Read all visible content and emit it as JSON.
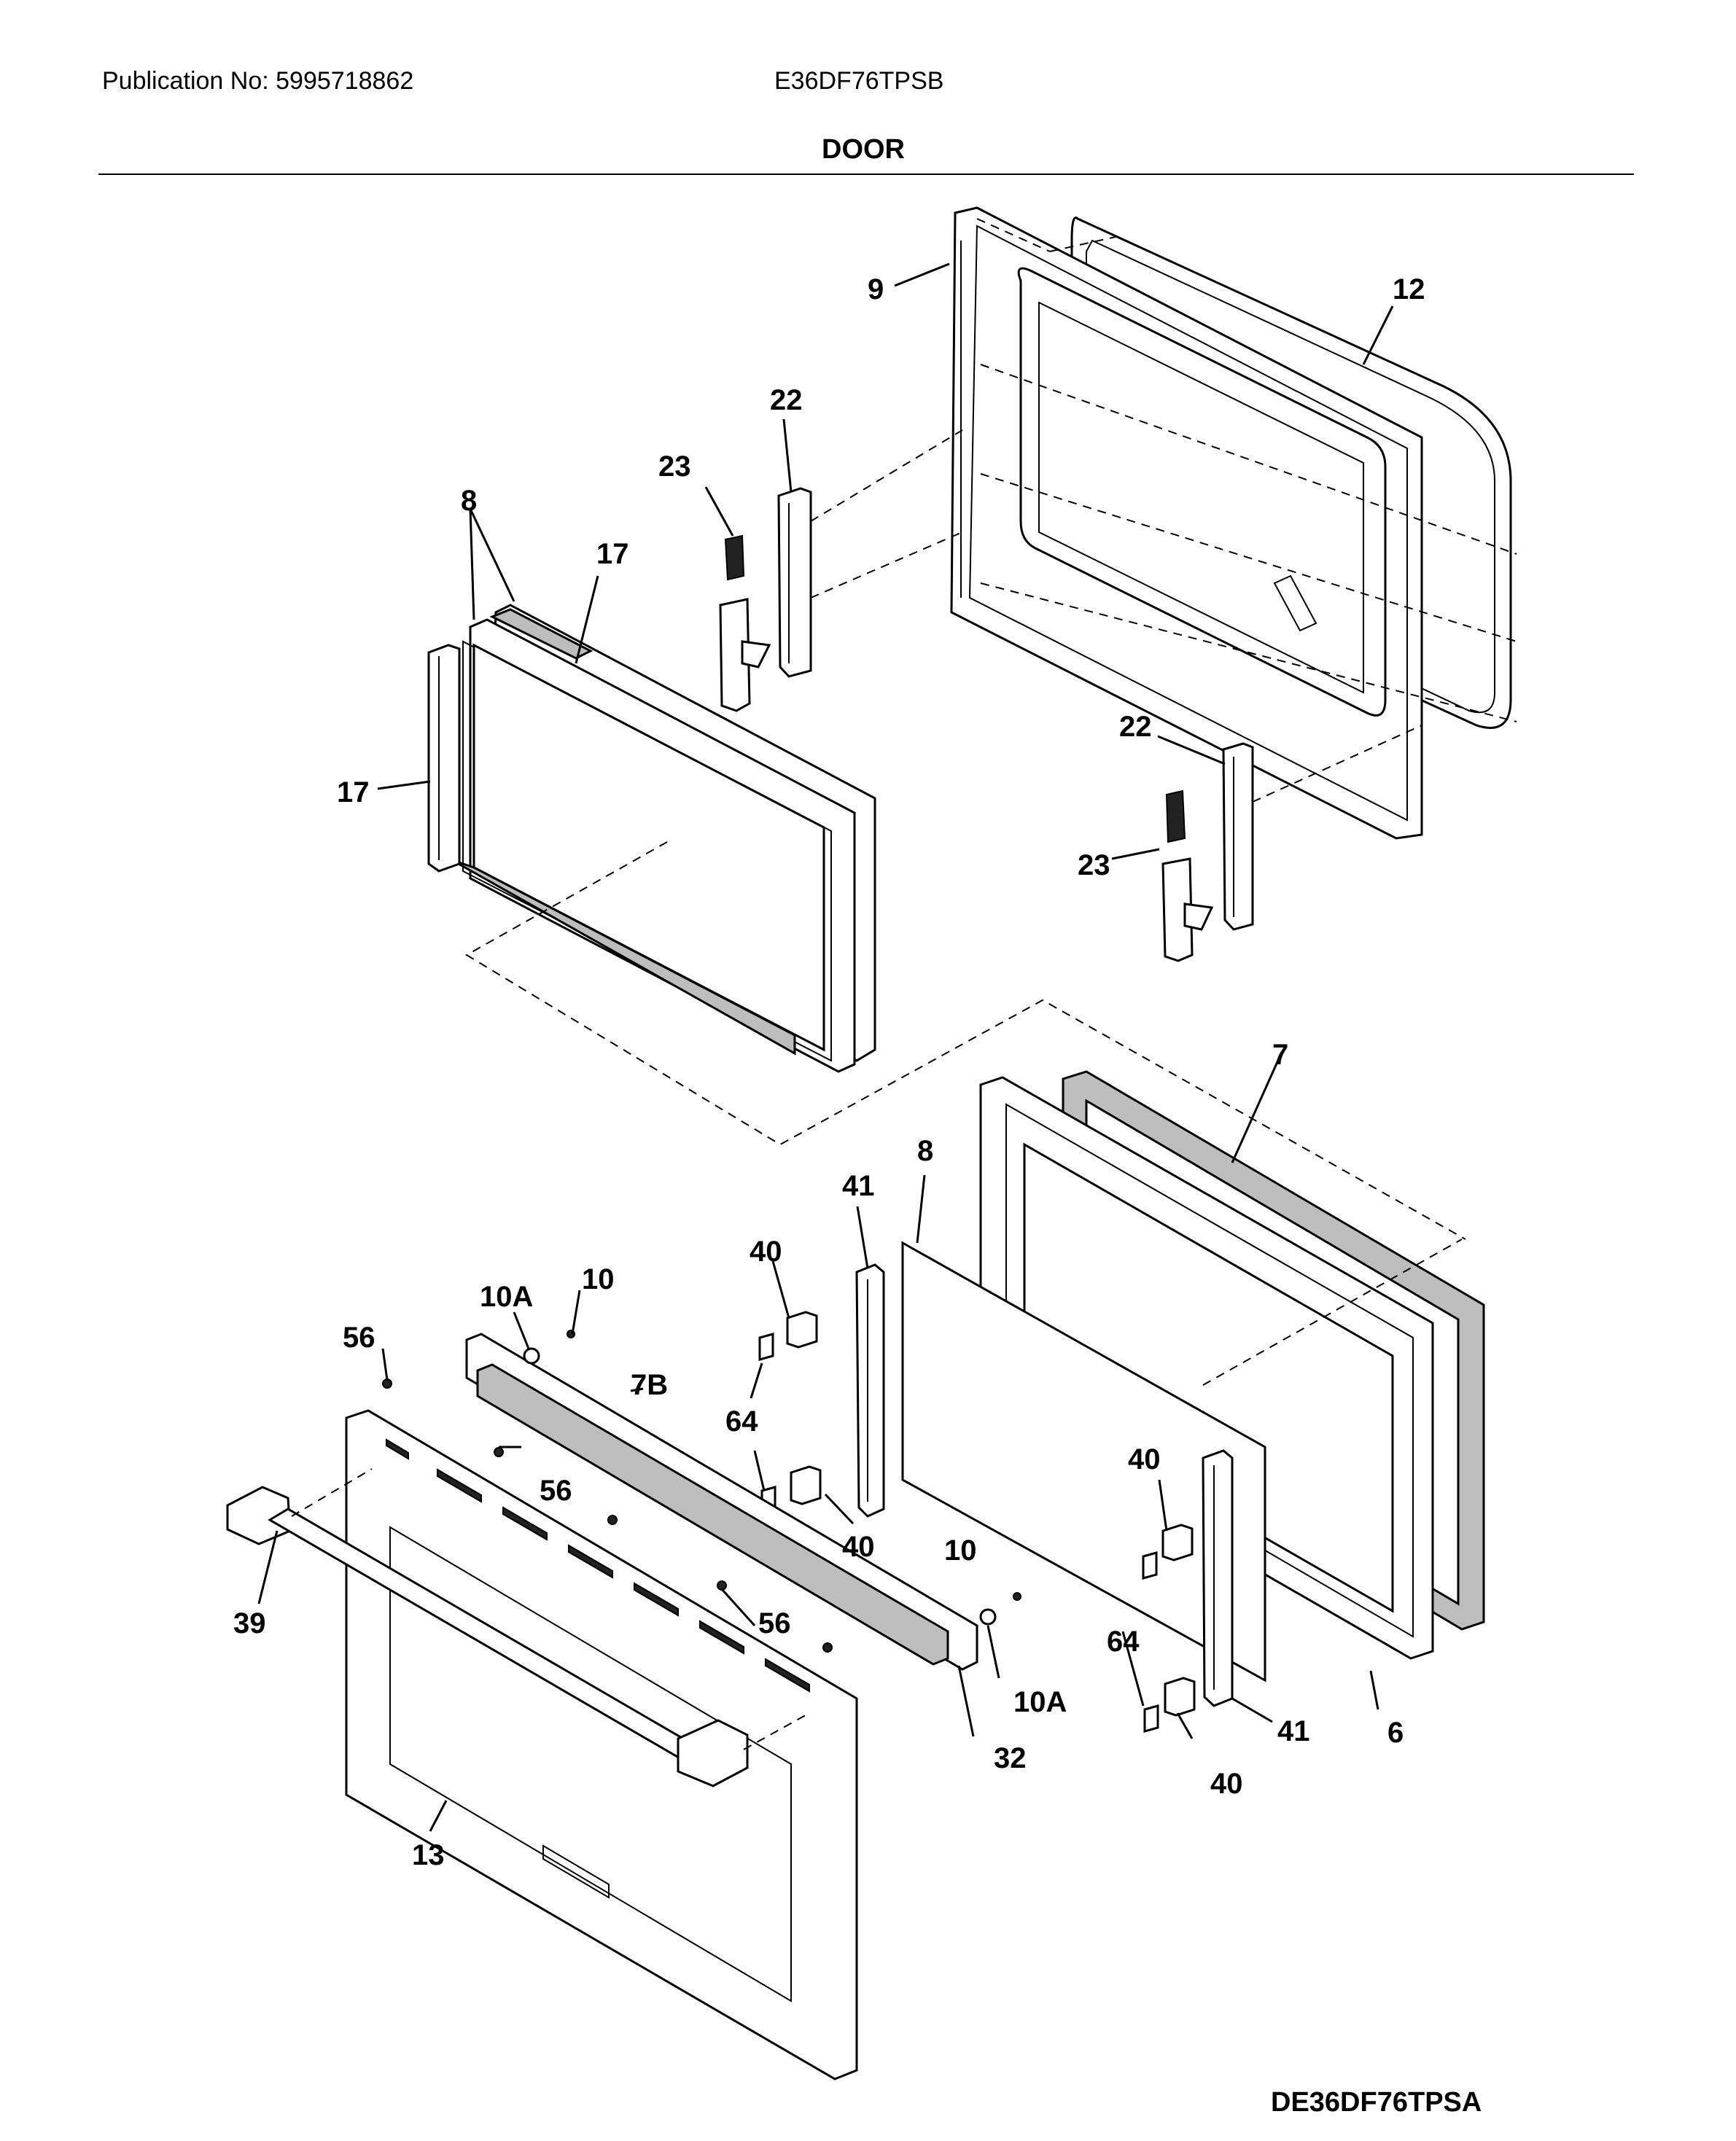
{
  "header": {
    "publication": "Publication No: 5995718862",
    "model": "E36DF76TPSB",
    "section_title": "DOOR"
  },
  "footer": {
    "diagram_code": "DE36DF76TPSA"
  },
  "callouts": {
    "c9": "9",
    "c12": "12",
    "c22a": "22",
    "c23a": "23",
    "c8a": "8",
    "c17a": "17",
    "c17b": "17",
    "c22b": "22",
    "c23b": "23",
    "c7": "7",
    "c8b": "8",
    "c41a": "41",
    "c40a": "40",
    "c10a": "10",
    "c10Aa": "10A",
    "c56a": "56",
    "c7B": "7B",
    "c64a": "64",
    "c56b": "56",
    "c40b": "40",
    "c40c": "40",
    "c10b": "10",
    "c39": "39",
    "c56c": "56",
    "c64b": "64",
    "c10Ab": "10A",
    "c41b": "41",
    "c6": "6",
    "c32": "32",
    "c40d": "40",
    "c13": "13"
  }
}
